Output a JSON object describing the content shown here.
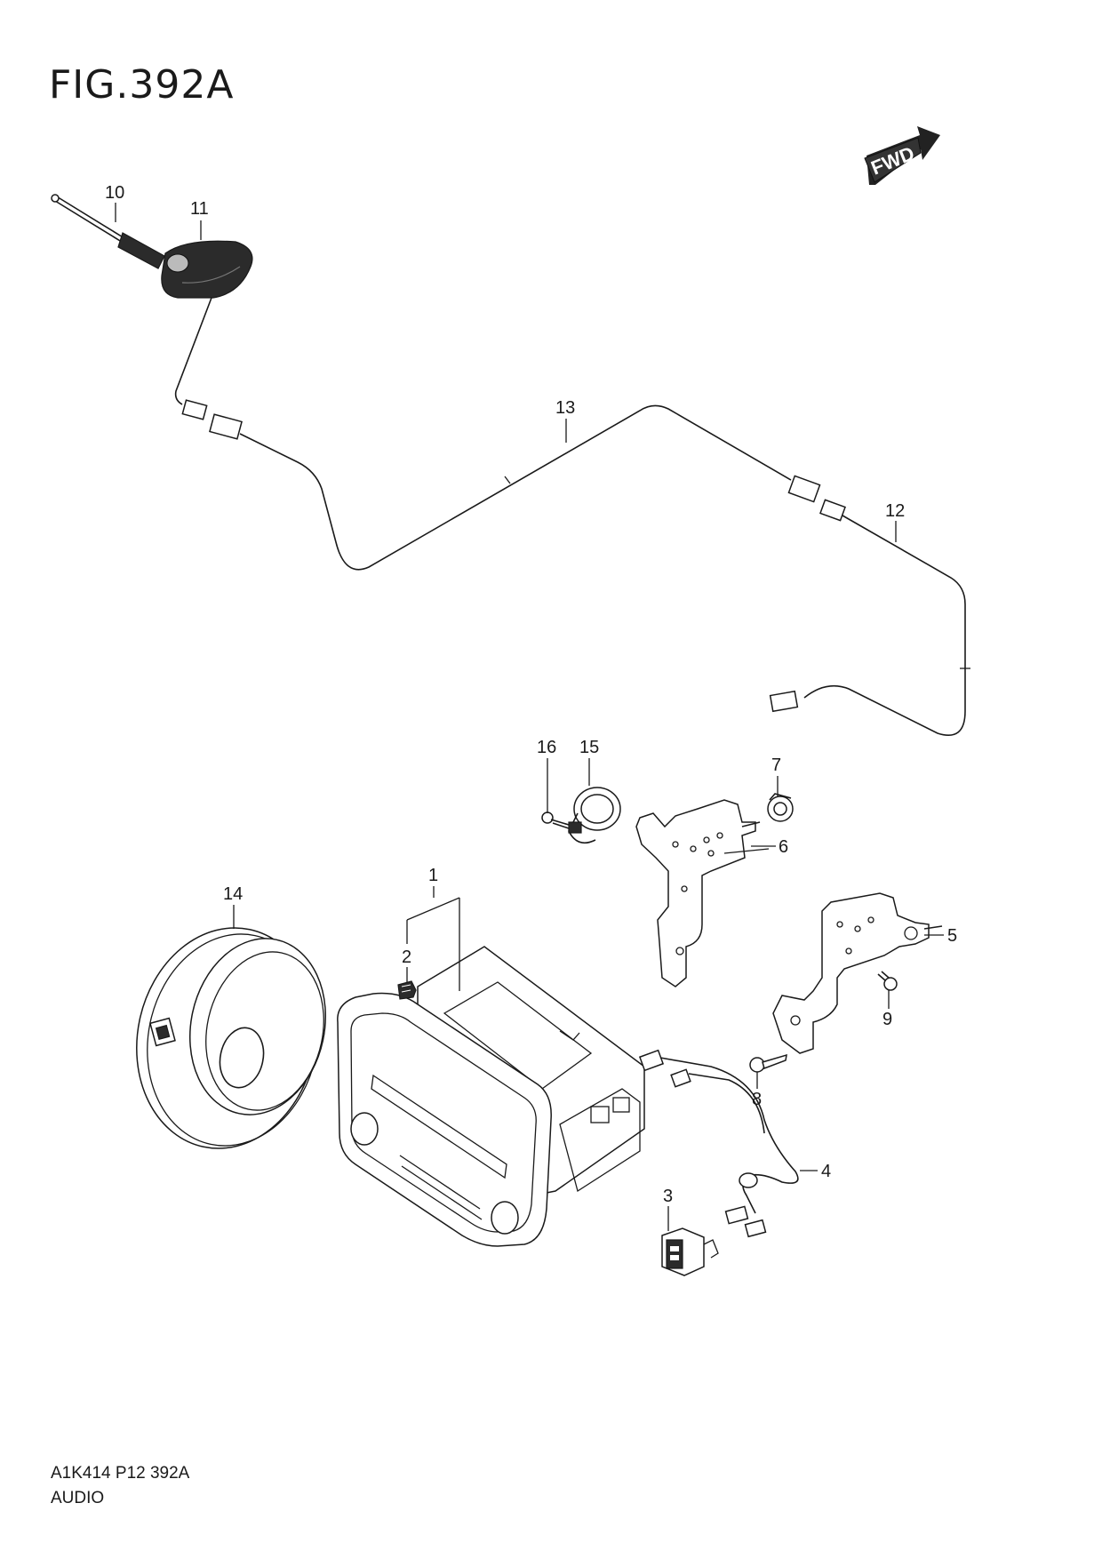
{
  "figure": {
    "title": "FIG.392A",
    "code": "A1K414 P12 392A",
    "name": "AUDIO",
    "fwd_label": "FWD"
  },
  "callouts": [
    "1",
    "2",
    "3",
    "4",
    "5",
    "6",
    "7",
    "8",
    "9",
    "10",
    "11",
    "12",
    "13",
    "14",
    "15",
    "16"
  ],
  "parts": [
    {
      "ref": "1",
      "name": "audio-head-unit"
    },
    {
      "ref": "2",
      "name": "clip"
    },
    {
      "ref": "3",
      "name": "usb-aux-jack"
    },
    {
      "ref": "4",
      "name": "usb-harness"
    },
    {
      "ref": "5",
      "name": "bracket-right"
    },
    {
      "ref": "6",
      "name": "bracket-left"
    },
    {
      "ref": "7",
      "name": "nut"
    },
    {
      "ref": "8",
      "name": "screw"
    },
    {
      "ref": "9",
      "name": "bolt"
    },
    {
      "ref": "10",
      "name": "antenna-rod"
    },
    {
      "ref": "11",
      "name": "antenna-base"
    },
    {
      "ref": "12",
      "name": "antenna-cable"
    },
    {
      "ref": "13",
      "name": "antenna-extension-cable"
    },
    {
      "ref": "14",
      "name": "speaker"
    },
    {
      "ref": "15",
      "name": "tweeter"
    },
    {
      "ref": "16",
      "name": "screw-small"
    }
  ],
  "colors": {
    "line": "#1a1a1a",
    "background": "#ffffff"
  }
}
